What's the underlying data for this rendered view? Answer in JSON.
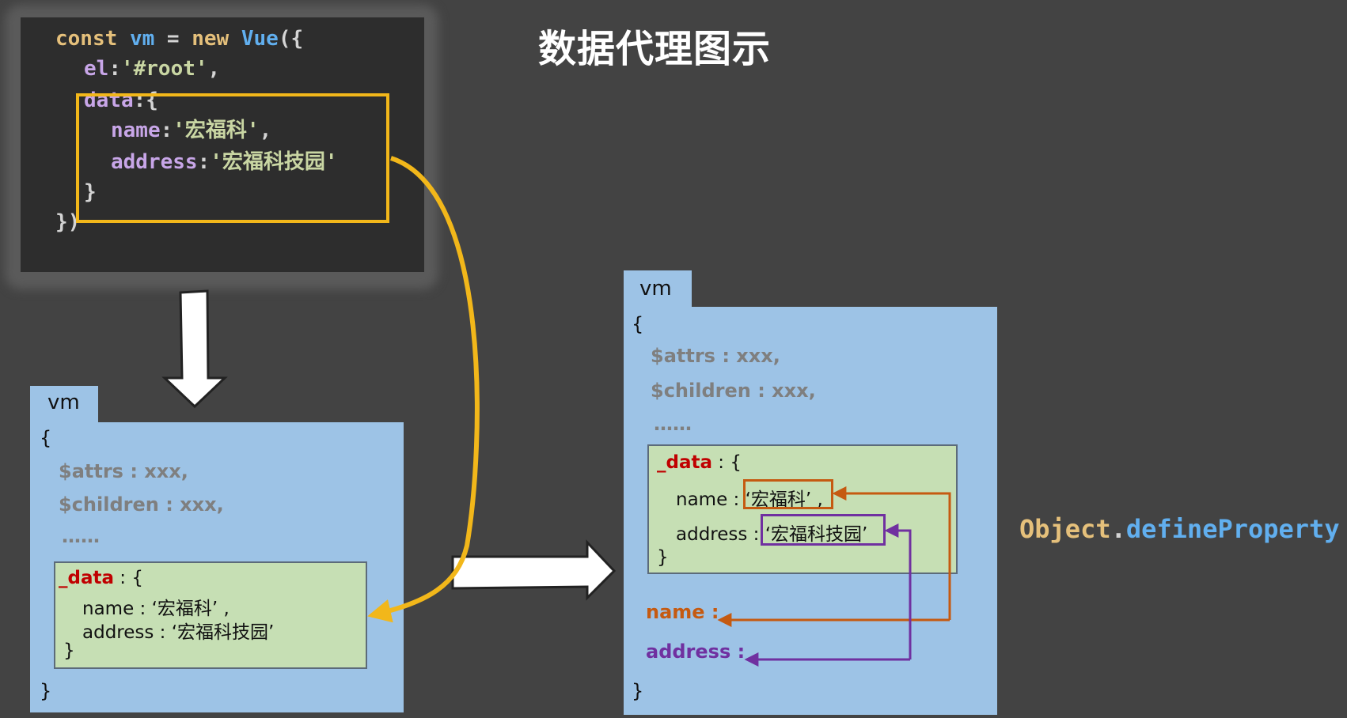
{
  "title": "数据代理图示",
  "code": {
    "line1": {
      "kw": "const",
      "var": "vm",
      "eq": " = ",
      "new": "new",
      "fn": " Vue",
      "open": "({"
    },
    "line2": {
      "prop": "el",
      "colon": ":",
      "str": "'#root'",
      "comma": ","
    },
    "line3": {
      "prop": "data",
      "rest": ":{"
    },
    "line4": {
      "prop": "name",
      "colon": ":",
      "str": "'宏福科'",
      "comma": ","
    },
    "line5": {
      "prop": "address",
      "colon": ":",
      "str": "'宏福科技园'"
    },
    "line6": "}",
    "line7": "})"
  },
  "vm_left": {
    "label": "vm",
    "open_brace": "{",
    "attrs": "$attrs : xxx,",
    "children": "$children : xxx,",
    "ellipsis": "……",
    "data_key": "_data",
    "data_open": " : {",
    "name_line": "name : ‘宏福科’ ,",
    "address_line": "address : ‘宏福科技园’",
    "data_close": "}",
    "close_brace": "}"
  },
  "vm_right": {
    "label": "vm",
    "open_brace": "{",
    "attrs": "$attrs : xxx,",
    "children": "$children : xxx,",
    "ellipsis": "……",
    "data_key": "_data",
    "data_open": " : {",
    "name_key": "name : ",
    "name_val": "‘宏福科’ ,",
    "address_key": "address : ",
    "address_val": "‘宏福科技园’",
    "data_close": "}",
    "proxy_name": "name :",
    "proxy_address": "address :",
    "close_brace": "}"
  },
  "method": {
    "obj": "Object",
    "dot": ".",
    "name": "defineProperty"
  },
  "colors": {
    "background": "#434343",
    "code_bg": "#2d2d2d",
    "highlight_yellow": "#f2b71a",
    "vm_blue": "#9dc3e6",
    "data_green": "#c6dfb4",
    "orange": "#c55a11",
    "purple": "#7030a0",
    "red": "#c00000"
  }
}
